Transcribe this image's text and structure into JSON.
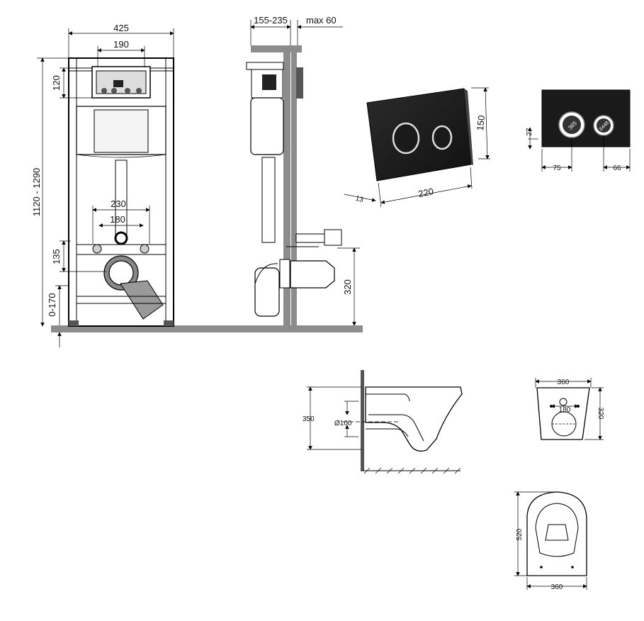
{
  "frame_front": {
    "width": "425",
    "top_width": "190",
    "height_range": "1120 - 1290",
    "top_height": "120",
    "outer_spacing": "230",
    "inner_spacing": "180",
    "bolt_height": "135",
    "foot_adjust": "0-170"
  },
  "frame_side": {
    "depth": "155-235",
    "max_offset": "max 60",
    "outlet_height": "320"
  },
  "flush_plate": {
    "height": "150",
    "width": "220",
    "thickness": "13",
    "button_offset": "27",
    "button_left": "75",
    "button_right": "66",
    "button_label_a": "365",
    "button_label_b": "6448"
  },
  "bowl_side": {
    "height": "350",
    "pipe": "Ø100"
  },
  "bowl_back": {
    "width": "360",
    "bolts": "180",
    "height": "320"
  },
  "bowl_top": {
    "length": "520",
    "width": "360"
  },
  "colors": {
    "line": "#000000",
    "plate": "#1a1a1a",
    "floor": "#8c8c8c"
  }
}
